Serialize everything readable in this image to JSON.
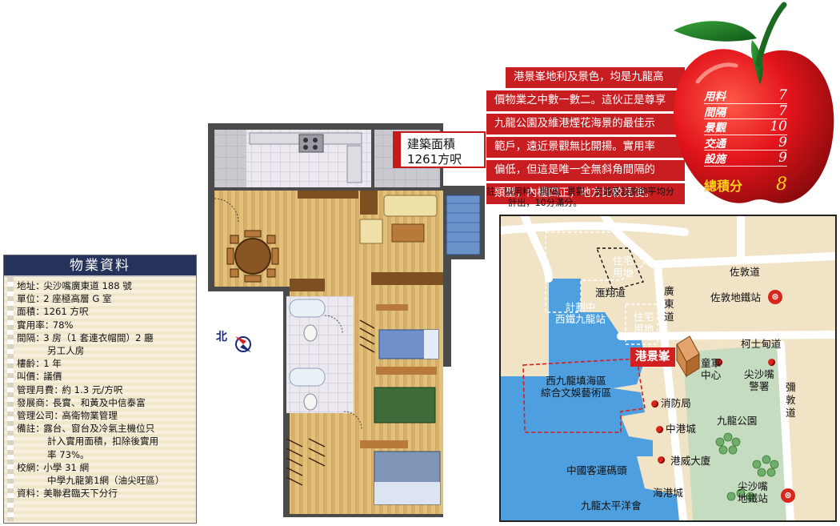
{
  "property": {
    "title": "物業資料",
    "rows": [
      {
        "label": "地址",
        "sep": "：",
        "value": "尖沙嘴廣東道 188 號"
      },
      {
        "label": "單位",
        "sep": "：",
        "value": "2 座極高層 G 室"
      },
      {
        "label": "面積",
        "sep": "：",
        "value": "1261 方呎"
      },
      {
        "label": "實用率",
        "sep": "：",
        "value": "78%"
      },
      {
        "label": "間隔",
        "sep": "：",
        "value": "3 房（1 套連衣帽間）2 廳"
      },
      {
        "label": "",
        "sep": "",
        "value": "另工人房"
      },
      {
        "label": "樓齡",
        "sep": "：",
        "value": "1 年"
      },
      {
        "label": "叫價",
        "sep": "：",
        "value": "議價"
      },
      {
        "label": "管理月費",
        "sep": "：",
        "value": "約 1.3 元/方呎"
      },
      {
        "label": "發展商",
        "sep": "：",
        "value": "長實、和黃及中信泰富"
      },
      {
        "label": "管理公司",
        "sep": "：",
        "value": "高衛物業管理"
      },
      {
        "label": "備註",
        "sep": "：",
        "value": "露台、窗台及冷氣主機位只"
      },
      {
        "label": "",
        "sep": "",
        "value": "計入實用面積，扣除後實用"
      },
      {
        "label": "",
        "sep": "",
        "value": "率 73%。"
      },
      {
        "label": "校網",
        "sep": "：",
        "value": "小學 31 網"
      },
      {
        "label": "",
        "sep": "",
        "value": "中學九龍第1網（油尖旺區）"
      },
      {
        "label": "資料",
        "sep": "：",
        "value": "美聯君臨天下分行"
      }
    ]
  },
  "compass": {
    "label": "北"
  },
  "area_badge": {
    "line1": "建築面積",
    "line2": "1261方呎"
  },
  "description": {
    "lines": [
      "港景峯地利及景色，均是九龍高",
      "價物業之中數一數二。這伙正是尊享",
      "九龍公園及維港煙花海景的最佳示",
      "範戶，遠近景觀無比開揚。實用率",
      "偏低，但這是唯一全無斜角間隔的",
      "類型，內櫳四正，地方比較見使。"
    ],
    "note_line1": "註：以用料、間隔、景觀、交通及設施的平均分",
    "note_line2": "計出，10分滿分。"
  },
  "colors": {
    "accent_red": "#c81e22",
    "panel_navy": "#26325a",
    "sea_blue": "#4d9fe0",
    "park_green": "#c5dcc0"
  },
  "chart_data": {
    "type": "table",
    "title": "",
    "columns": [
      "item",
      "score"
    ],
    "rows": [
      {
        "item": "用料",
        "score": 7
      },
      {
        "item": "間隔",
        "score": 7
      },
      {
        "item": "景觀",
        "score": 10
      },
      {
        "item": "交通",
        "score": 9
      },
      {
        "item": "設施",
        "score": 9
      }
    ],
    "total_label": "總積分",
    "total": 8
  },
  "map": {
    "harbour": "港景峯",
    "labels": {
      "residential1": "住宅\n用地",
      "residential2": "住宅\n用地",
      "planned_station": "計劃中\n西鐵九龍站",
      "huaixiang": "滙翔道",
      "canton_road": "廣東道",
      "jordan_road": "佐敦道",
      "jordan_station": "佐敦地鐵站",
      "austin_road": "柯士甸道",
      "hk_army": "童軍\n中心",
      "tst_police": "尖沙嘴\n警署",
      "nathan_road": "彌敦道",
      "west_kowloon": "西九龍填海區\n綜合文娛藝術區",
      "fire_station": "消防局",
      "china_hk_city": "中港城",
      "kowloon_park": "九龍公園",
      "gateway": "港威大廈",
      "china_ferry": "中國客運碼頭",
      "ocean_terminal": "海港城",
      "pacific_club": "九龍太平洋會",
      "tst_station": "尖沙嘴\n地鐵站"
    }
  }
}
